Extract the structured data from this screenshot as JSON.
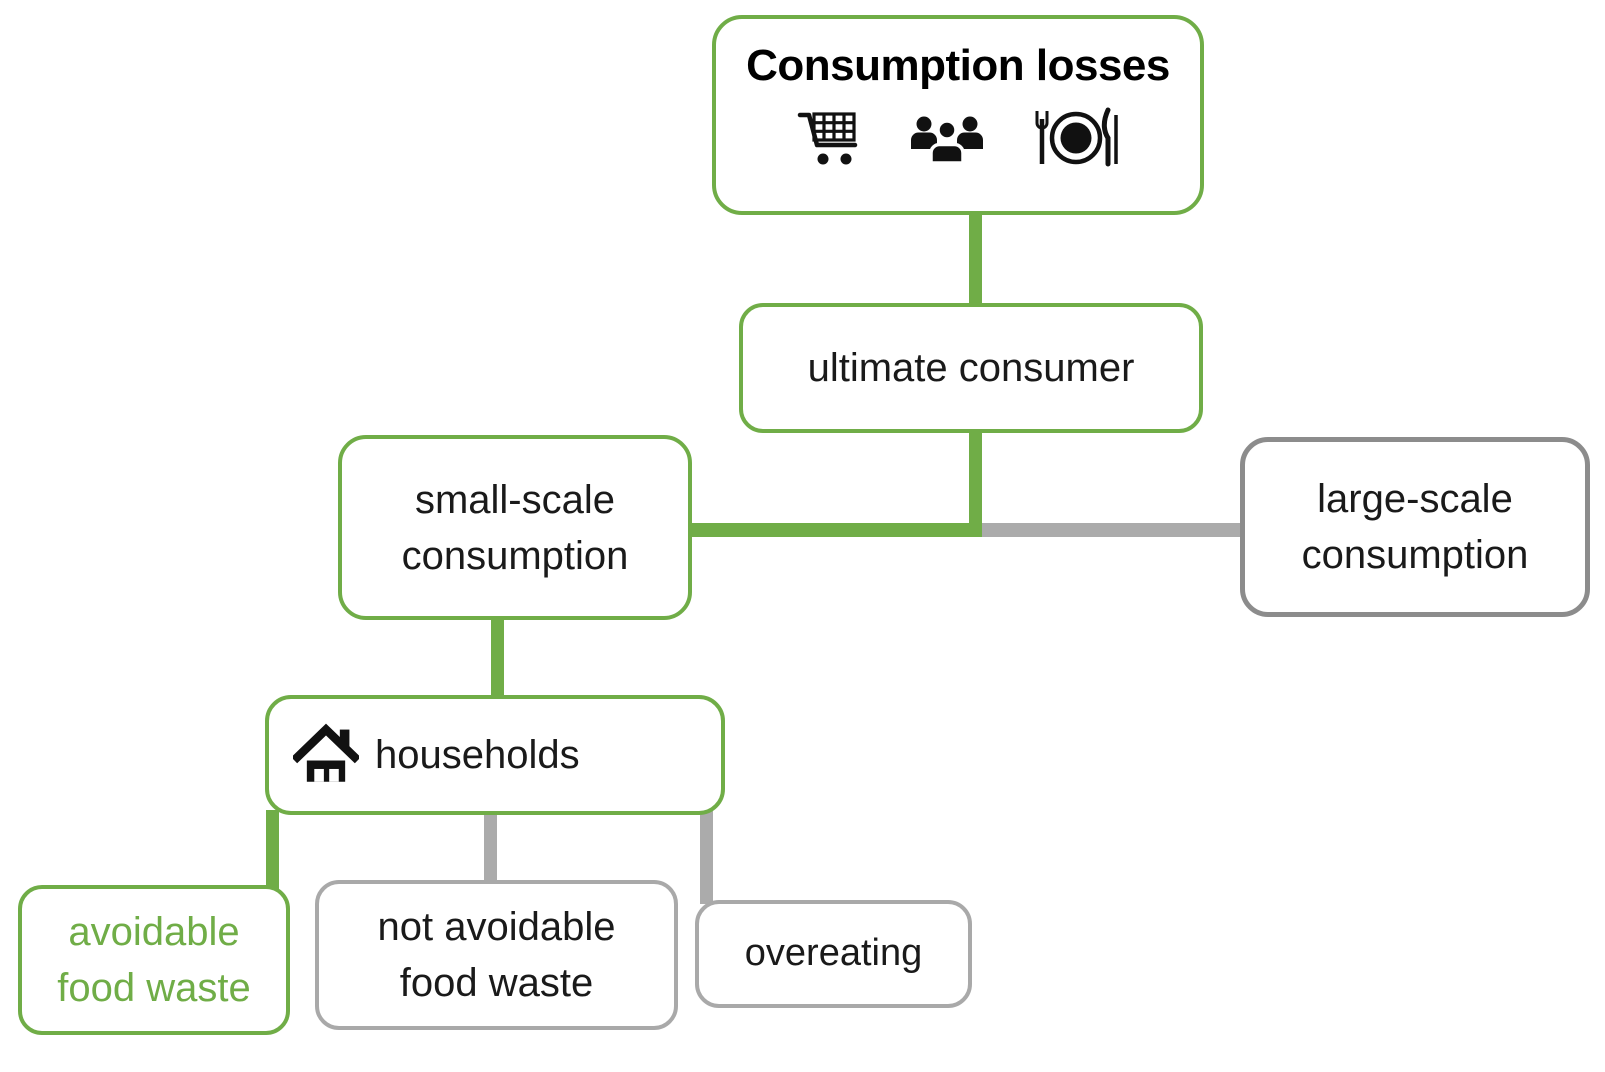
{
  "diagram": {
    "title": "Consumption losses",
    "type": "flowchart",
    "colors": {
      "green": "#70AD47",
      "gray_connector": "#ABABAB",
      "gray_border_dark": "#8C8C8C",
      "gray_border_light": "#A9A9A9",
      "text": "#1A1A1A"
    },
    "nodes": {
      "consumption_losses": {
        "label": "Consumption losses",
        "icons": [
          "cart-icon",
          "people-icon",
          "dining-icon"
        ]
      },
      "ultimate_consumer": {
        "label": "ultimate consumer"
      },
      "small_scale": {
        "line1": "small-scale",
        "line2": "consumption"
      },
      "large_scale": {
        "line1": "large-scale",
        "line2": "consumption"
      },
      "households": {
        "label": "households",
        "icon": "house-icon"
      },
      "avoidable": {
        "line1": "avoidable",
        "line2": "food waste"
      },
      "not_avoidable": {
        "line1": "not avoidable",
        "line2": "food waste"
      },
      "overeating": {
        "label": "overeating"
      }
    },
    "edges": [
      {
        "from": "consumption_losses",
        "to": "ultimate_consumer",
        "color": "green"
      },
      {
        "from": "ultimate_consumer",
        "to": "small_scale",
        "color": "green"
      },
      {
        "from": "ultimate_consumer",
        "to": "large_scale",
        "color": "gray"
      },
      {
        "from": "small_scale",
        "to": "households",
        "color": "green"
      },
      {
        "from": "households",
        "to": "avoidable",
        "color": "green"
      },
      {
        "from": "households",
        "to": "not_avoidable",
        "color": "gray"
      },
      {
        "from": "households",
        "to": "overeating",
        "color": "gray"
      }
    ]
  }
}
